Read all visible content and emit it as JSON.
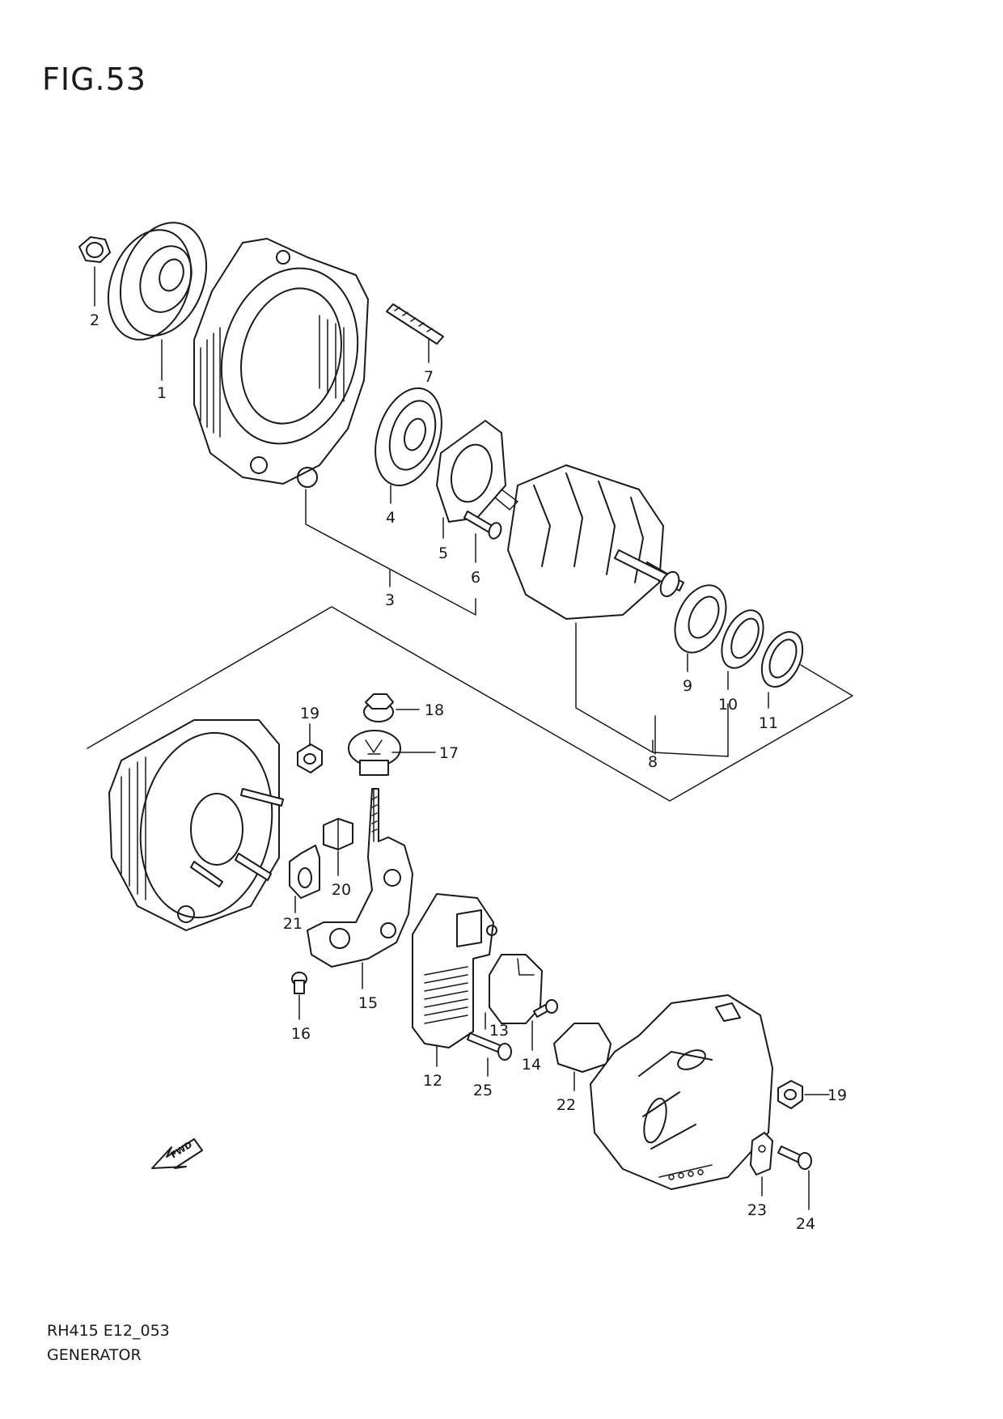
{
  "figure": {
    "title": "FIG.53"
  },
  "footer": {
    "code": "RH415 E12_053",
    "name": "GENERATOR"
  },
  "direction_arrow": {
    "label": "FWD"
  },
  "callouts": [
    {
      "id": "c1",
      "label": "1"
    },
    {
      "id": "c2",
      "label": "2"
    },
    {
      "id": "c3",
      "label": "3"
    },
    {
      "id": "c4",
      "label": "4"
    },
    {
      "id": "c5",
      "label": "5"
    },
    {
      "id": "c6",
      "label": "6"
    },
    {
      "id": "c7",
      "label": "7"
    },
    {
      "id": "c8",
      "label": "8"
    },
    {
      "id": "c9",
      "label": "9"
    },
    {
      "id": "c10",
      "label": "10"
    },
    {
      "id": "c11",
      "label": "11"
    },
    {
      "id": "c12",
      "label": "12"
    },
    {
      "id": "c13",
      "label": "13"
    },
    {
      "id": "c14",
      "label": "14"
    },
    {
      "id": "c15",
      "label": "15"
    },
    {
      "id": "c16",
      "label": "16"
    },
    {
      "id": "c17",
      "label": "17"
    },
    {
      "id": "c18",
      "label": "18"
    },
    {
      "id": "c19a",
      "label": "19"
    },
    {
      "id": "c19b",
      "label": "19"
    },
    {
      "id": "c20",
      "label": "20"
    },
    {
      "id": "c21",
      "label": "21"
    },
    {
      "id": "c22",
      "label": "22"
    },
    {
      "id": "c23",
      "label": "23"
    },
    {
      "id": "c24",
      "label": "24"
    },
    {
      "id": "c25",
      "label": "25"
    }
  ]
}
